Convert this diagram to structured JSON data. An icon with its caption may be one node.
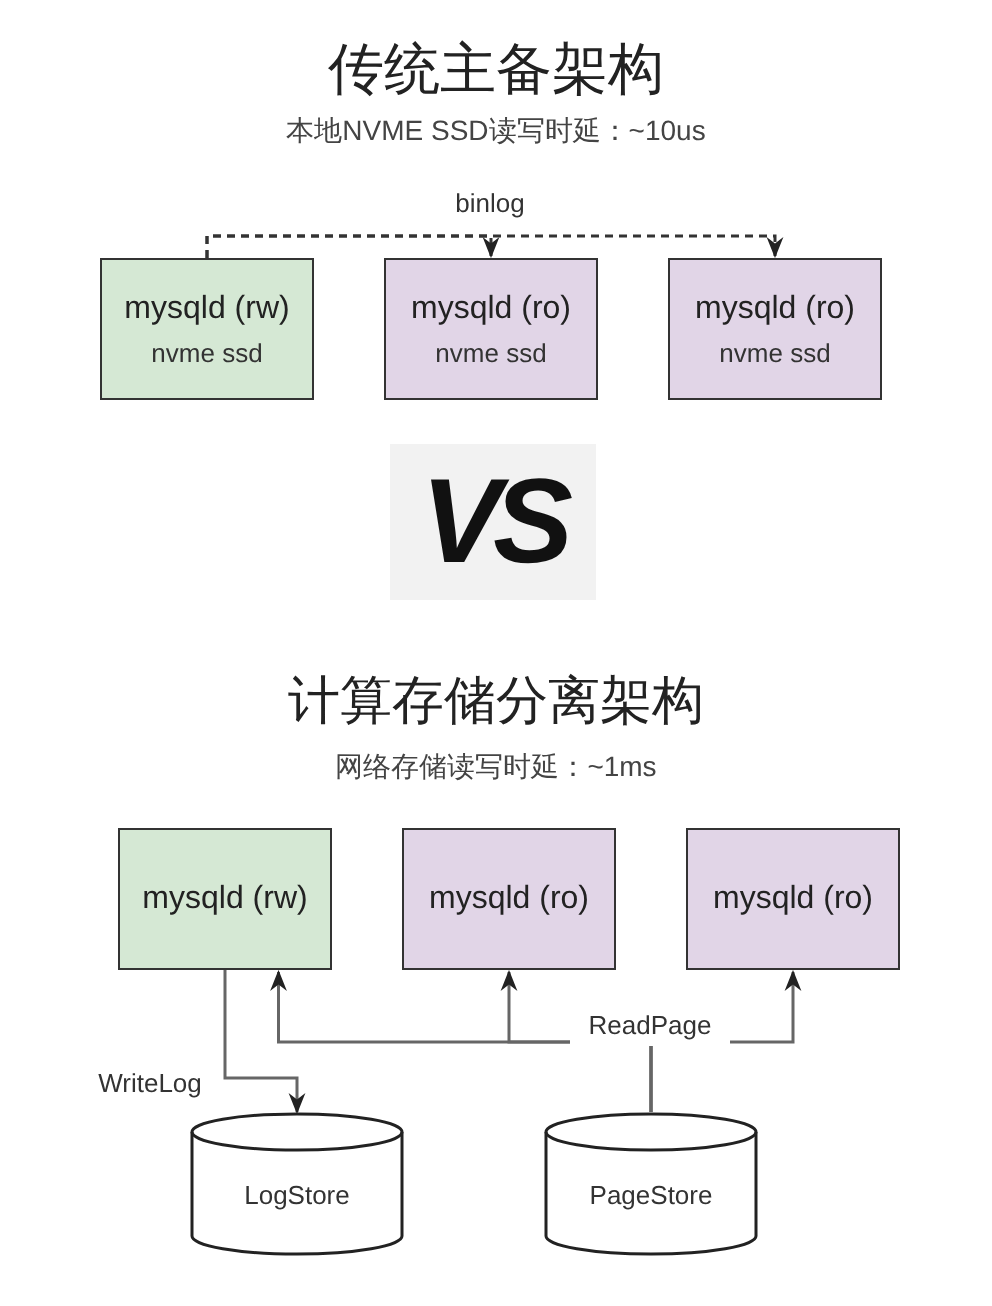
{
  "diagram": {
    "title": "传统主备架构",
    "nodes": [
      {
        "text": [
          "mysqld (rw)",
          "nvme ssd"
        ]
      },
      {
        "text": [
          "mysqld (ro)",
          "nvme ssd"
        ]
      },
      {
        "text": [
          "mysqld (ro)",
          "nvme ssd"
        ]
      },
      {
        "text": [
          "mysqld (rw)"
        ]
      },
      {
        "text": [
          "mysqld (ro)"
        ]
      },
      {
        "text": [
          "mysqld (ro)"
        ]
      },
      {
        "text": [
          "LogStore"
        ]
      },
      {
        "text": [
          "PageStore"
        ]
      }
    ],
    "edges": [
      {
        "from": 0,
        "to": 1,
        "arrow": "to",
        "style": "dashed",
        "label": "binlog"
      },
      {
        "from": 0,
        "to": 2,
        "arrow": "to",
        "style": "dashed"
      },
      {
        "from": 3,
        "to": 6,
        "arrow": "to",
        "label": "WriteLog"
      },
      {
        "from": 7,
        "to": 3,
        "arrow": "to"
      },
      {
        "from": 7,
        "to": 4,
        "arrow": "to",
        "label": "ReadPage"
      },
      {
        "from": 7,
        "to": 5,
        "arrow": "to"
      }
    ],
    "labels": [
      "本地NVME SSD读写时延：~10us",
      "VS",
      "计算存储分离架构",
      "网络存储读写时延：~1ms"
    ]
  }
}
